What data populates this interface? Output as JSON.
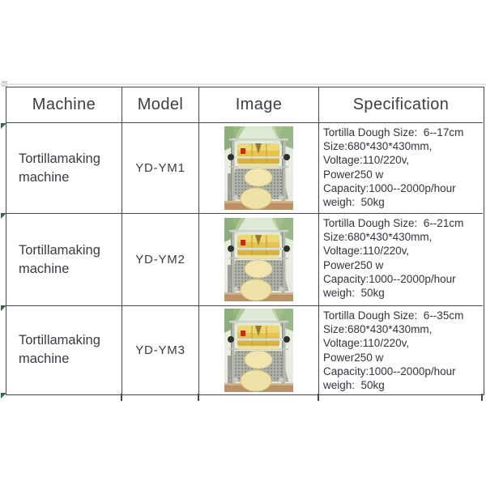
{
  "table": {
    "headers": [
      {
        "label": "Machine"
      },
      {
        "label": "Model"
      },
      {
        "label": "Image"
      },
      {
        "label": "Specification"
      }
    ],
    "rows": [
      {
        "machine": "Tortillamaking machine",
        "model": "YD-YM1",
        "image": "tortilla-machine-photo",
        "spec_lines": [
          "Tortilla Dough Size:  6--17cm",
          "Size:680*430*430mm,",
          "Voltage:110/220v,",
          "Power250 w",
          "Capacity:1000--2000p/hour",
          "weigh:  50kg"
        ]
      },
      {
        "machine": "Tortillamaking machine",
        "model": "YD-YM2",
        "image": "tortilla-machine-photo",
        "spec_lines": [
          "Tortilla Dough Size:  6--21cm",
          "Size:680*430*430mm,",
          "Voltage:110/220v,",
          "Power250 w",
          "Capacity:1000--2000p/hour",
          "weigh:  50kg"
        ]
      },
      {
        "machine": "Tortillamaking machine",
        "model": "YD-YM3",
        "image": "tortilla-machine-photo",
        "spec_lines": [
          "Tortilla Dough Size:  6--35cm",
          "Size:680*430*430mm,",
          "Voltage:110/220v,",
          "Power250 w",
          "Capacity:1000--2000p/hour",
          "weigh:  50kg"
        ]
      }
    ]
  },
  "colors": {
    "border": "#46484c",
    "header_text": "#3d3d44",
    "body_text": "#3b3b41",
    "spec_text": "#33333b",
    "corner_mark": "#2e6b45",
    "photo_dough_yellow": "#e4c34e",
    "photo_background_green": "#dce8d2",
    "photo_base_tan": "#bd9166"
  }
}
